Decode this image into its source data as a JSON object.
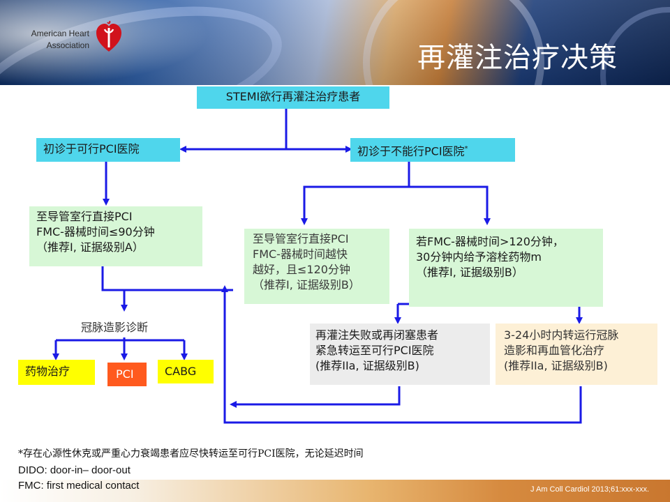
{
  "header": {
    "org_name_line1": "American Heart",
    "org_name_line2": "Association",
    "title": "再灌注治疗决策"
  },
  "flow": {
    "top": "STEMI欲行再灌注治疗患者",
    "left_branch": "初诊于可行PCI医院",
    "right_branch": "初诊于不能行PCI医院",
    "right_branch_mark": "*",
    "left_action": [
      "至导管室行直接PCI",
      "FMC-器械时间≤90分钟",
      "（推荐I, 证据级别A）"
    ],
    "mid_action": [
      "至导管室行直接PCI",
      "FMC-器械时间越快",
      "越好，且≤120分钟",
      "（推荐I, 证据级别B）"
    ],
    "right_action": [
      "若FMC-器械时间>120分钟，",
      "30分钟内给予溶栓药物m",
      "（推荐I, 证据级别B）"
    ],
    "failure_box": [
      "再灌注失败或再闭塞患者",
      "紧急转运至可行PCI医院",
      "(推荐IIa, 证据级别B)"
    ],
    "transfer_box": [
      "3-24小时内转运行冠脉",
      "造影和再血管化治疗",
      "(推荐IIa, 证据级别B)"
    ],
    "diagnosis_label": "冠脉造影诊断",
    "options": [
      "药物治疗",
      "PCI",
      "CABG"
    ]
  },
  "footnotes": [
    "*存在心源性休克或严重心力衰竭患者应尽快转运至可行PCI医院，无论延迟时间",
    "DIDO: door-in– door-out",
    "FMC: first medical contact"
  ],
  "citation": "J Am Coll Cardiol 2013;61:xxx-xxx.",
  "colors": {
    "arrow": "#1a1ae6",
    "cyan_box": "#4fd6ec",
    "green_box": "#d7f7d6",
    "yellow_box": "#ffff00",
    "orange_box": "#ff5a1e"
  }
}
